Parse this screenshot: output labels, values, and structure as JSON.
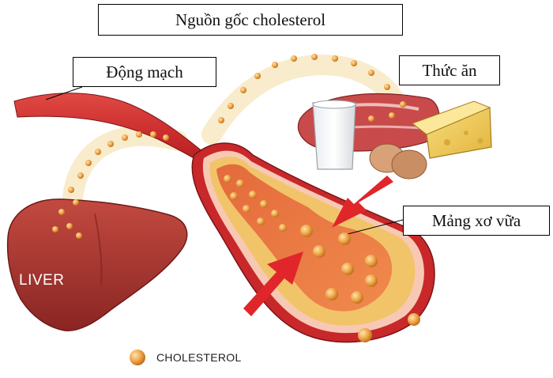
{
  "title": "Nguồn gốc cholesterol",
  "labels": {
    "artery": "Động mạch",
    "food": "Thức ăn",
    "plaque": "Mảng xơ vữa"
  },
  "liver_label": "LIVER",
  "legend": {
    "label": "CHOLESTEROL"
  },
  "colors": {
    "artery_red": "#c8282a",
    "artery_dark": "#8f1b1d",
    "liver": "#a8332f",
    "plaque": "#f2c46a",
    "cholesterol": "#f0a545",
    "arrow": "#e0262b",
    "dot_path": "#f3dca0"
  },
  "icons": [
    "liver-icon",
    "artery-icon",
    "milk-glass-icon",
    "meat-icon",
    "cheese-icon",
    "egg-icon",
    "arrow-icon",
    "cholesterol-dot-icon"
  ]
}
